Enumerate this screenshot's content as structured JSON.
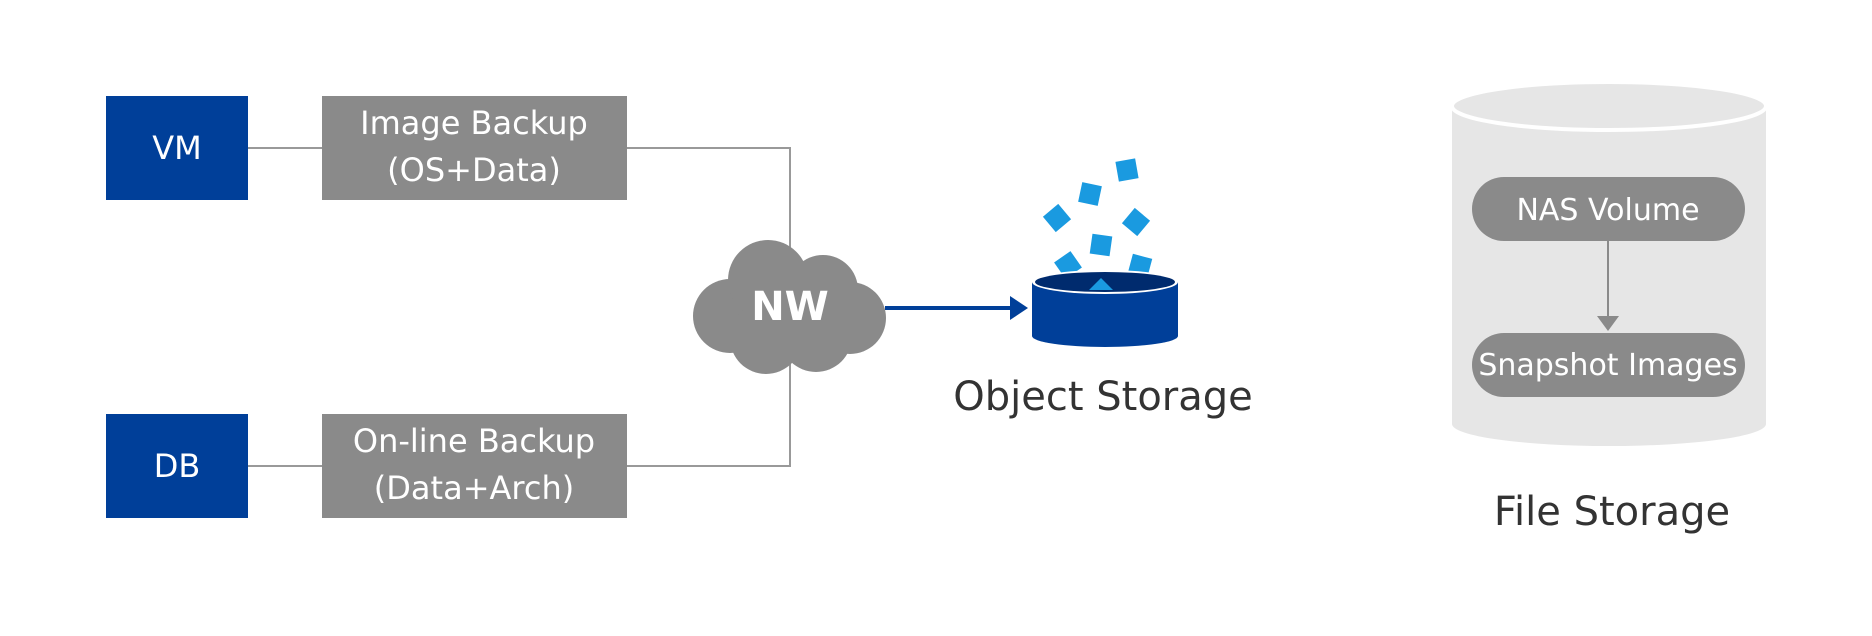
{
  "colors": {
    "source_box": "#003f99",
    "backup_box": "#8a8a8a",
    "connector": "#999999",
    "cloud": "#8a8a8a",
    "arrow": "#003f99",
    "bucket": "#003f99",
    "bucket_top": "#002b6e",
    "chips": "#1a9ae0",
    "cylinder": "#e6e6e6",
    "caption_text": "#333333"
  },
  "sources": {
    "vm": "VM",
    "db": "DB"
  },
  "backups": {
    "image_line1": "Image Backup",
    "image_line2": "(OS+Data)",
    "online_line1": "On-line Backup",
    "online_line2": "(Data+Arch)"
  },
  "network": {
    "label": "NW"
  },
  "object_storage": {
    "label": "Object Storage"
  },
  "file_storage": {
    "label": "File Storage",
    "nas_volume": "NAS Volume",
    "snapshot_images": "Snapshot Images"
  }
}
